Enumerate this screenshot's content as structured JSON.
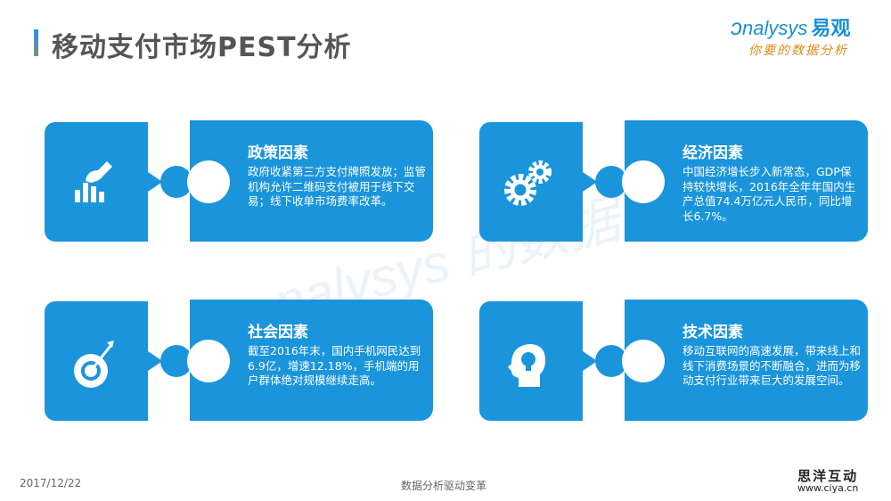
{
  "header": {
    "title": "移动支付市场PEST分析"
  },
  "logo": {
    "brand": "nalysys",
    "brand_cn": "易观",
    "slogan": "你要的数据分析"
  },
  "watermark": "nalysys 的数据分析",
  "colors": {
    "accent": "#1a95dc",
    "title": "#555555",
    "slogan": "#e08a1a"
  },
  "cards": [
    {
      "title": "政策因素",
      "icon": "hand-voting-bar-chart-icon",
      "body": "政府收紧第三方支付牌照发放；监管机构允许二维码支付被用于线下交易；线下收单市场费率改革。"
    },
    {
      "title": "经济因素",
      "icon": "gears-icon",
      "body": "中国经济增长步入新常态，GDP保持较快增长，2016年全年年国内生产总值74.4万亿元人民币，同比增长6.7%。"
    },
    {
      "title": "社会因素",
      "icon": "target-arrow-icon",
      "body": "截至2016年末，国内手机网民达到6.9亿，增速12.18%，手机端的用户群体绝对规模继续走高。"
    },
    {
      "title": "技术因素",
      "icon": "head-lightbulb-icon",
      "body": "移动互联网的高速发展，带来线上和线下消费场景的不断融合，进而为移动支付行业带来巨大的发展空间。"
    }
  ],
  "footer": {
    "date": "2017/12/22",
    "slogan": "数据分析驱动变革",
    "brand": "思洋互动",
    "url": "www.ciya.cn"
  }
}
